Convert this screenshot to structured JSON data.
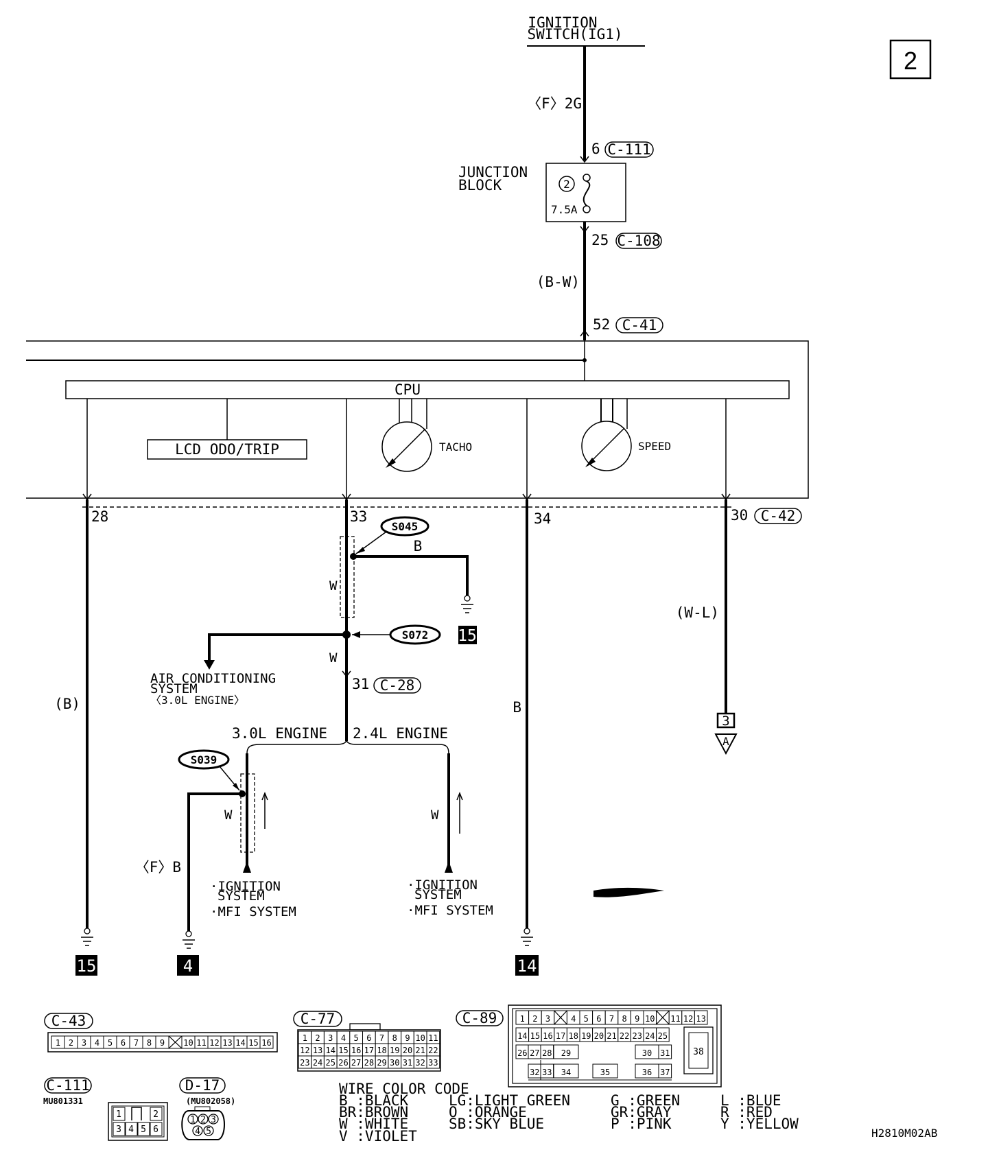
{
  "page_number": "2",
  "drawing_code": "H2810M02AB",
  "ignition_switch": {
    "line1": "IGNITION",
    "line2": "SWITCH(IG1)"
  },
  "upper_wire": {
    "color_a": "〈F〉2G",
    "pin_c111": "6",
    "conn_c111": "C-111",
    "junction_l1": "JUNCTION",
    "junction_l2": "BLOCK",
    "fuse_no": "2",
    "fuse_rating": "7.5A",
    "pin_c108": "25",
    "conn_c108": "C-108",
    "color_b": "(B-W)",
    "pin_c41": "52",
    "conn_c41": "C-41"
  },
  "meter": {
    "cpu": "CPU",
    "lcd": "LCD ODO/TRIP",
    "tacho": "TACHO",
    "speed": "SPEED"
  },
  "lower": {
    "pin28": "28",
    "pin33": "33",
    "pin34": "34",
    "pin30": "30",
    "conn_c42": "C-42",
    "s045": "S045",
    "s072": "S072",
    "s039": "S039",
    "wire_b_top": "B",
    "wire_w1": "W",
    "wire_w2": "W",
    "ac_l1": "AIR CONDITIONING",
    "ac_l2": "SYSTEM",
    "ac_l3": "〈3.0L ENGINE〉",
    "pin31": "31",
    "conn_c28": "C-28",
    "left_color": "(B)",
    "mid_color": "B",
    "right_color": "(W-L)",
    "eng30": "3.0L ENGINE",
    "eng24": "2.4L ENGINE",
    "w_left": "W",
    "w_right": "W",
    "fb": "〈F〉B",
    "ign_l1": "·IGNITION",
    "ign_l2": "SYSTEM",
    "ign_l3": "·MFI SYSTEM",
    "ign2_l1": "·IGNITION",
    "ign2_l2": "SYSTEM",
    "ign2_l3": "·MFI SYSTEM",
    "gnd15a": "15",
    "gnd15b": "15",
    "gnd4": "4",
    "gnd14": "14",
    "ref3": "3",
    "refA": "A"
  },
  "connectors": {
    "c43": {
      "name": "C-43",
      "pins": [
        "1",
        "2",
        "3",
        "4",
        "5",
        "6",
        "7",
        "8",
        "9",
        "",
        "10",
        "11",
        "12",
        "13",
        "14",
        "15",
        "16"
      ]
    },
    "c77": {
      "name": "C-77",
      "rows": [
        [
          "1",
          "2",
          "3",
          "4",
          "5",
          "6",
          "7",
          "8",
          "9",
          "10",
          "11"
        ],
        [
          "12",
          "13",
          "14",
          "15",
          "16",
          "17",
          "18",
          "19",
          "20",
          "21",
          "22"
        ],
        [
          "23",
          "24",
          "25",
          "26",
          "27",
          "28",
          "29",
          "30",
          "31",
          "32",
          "33"
        ]
      ]
    },
    "c89": {
      "name": "C-89",
      "row1": [
        "1",
        "2",
        "3",
        "",
        "4",
        "5",
        "6",
        "7",
        "8",
        "9",
        "10",
        "",
        "11",
        "12",
        "13"
      ],
      "row2": [
        "14",
        "15",
        "16",
        "17",
        "18",
        "19",
        "20",
        "21",
        "22",
        "23",
        "24",
        "25"
      ],
      "row3": [
        "26",
        "27",
        "28",
        "29",
        "30",
        "31"
      ],
      "row4": [
        "32",
        "33",
        "34",
        "35",
        "36",
        "37"
      ],
      "big": "38"
    },
    "c111": {
      "name": "C-111",
      "part": "MU801331",
      "top": [
        "1",
        "2"
      ],
      "bottom": [
        "3",
        "4",
        "5",
        "6"
      ]
    },
    "d17": {
      "name": "D-17",
      "part": "(MU802058)",
      "top": [
        "1",
        "2",
        "3"
      ],
      "bottom": [
        "4",
        "5"
      ]
    }
  },
  "wire_code": {
    "title": "WIRE COLOR CODE",
    "col1": [
      "B :BLACK",
      "BR:BROWN",
      "W :WHITE",
      "V :VIOLET"
    ],
    "col2": [
      "LG:LIGHT GREEN",
      "O :ORANGE",
      "SB:SKY BLUE"
    ],
    "col3": [
      "G :GREEN",
      "GR:GRAY",
      "P :PINK"
    ],
    "col4": [
      "L :BLUE",
      "R :RED",
      "Y :YELLOW"
    ]
  }
}
